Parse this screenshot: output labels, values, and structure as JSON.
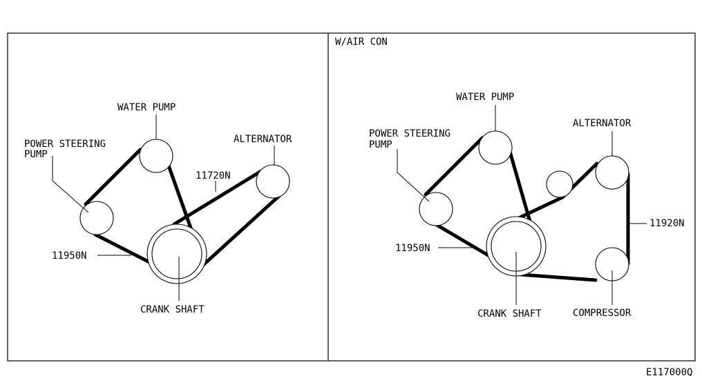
{
  "left_panel": {
    "water_pump": "WATER PUMP",
    "power_steering_line1": "POWER STEERING",
    "power_steering_line2": "PUMP",
    "alternator": "ALTERNATOR",
    "belt_upper": "11720N",
    "belt_lower": "11950N",
    "crank_shaft": "CRANK SHAFT"
  },
  "right_panel": {
    "title": "W/AIR CON",
    "water_pump": "WATER PUMP",
    "power_steering_line1": "POWER STEERING",
    "power_steering_line2": "PUMP",
    "alternator": "ALTERNATOR",
    "belt_right": "11920N",
    "belt_lower": "11950N",
    "crank_shaft": "CRANK SHAFT",
    "compressor": "COMPRESSOR"
  },
  "figure_code": "E117000Q",
  "colors": {
    "ink": "#000000",
    "paper": "#ffffff"
  }
}
